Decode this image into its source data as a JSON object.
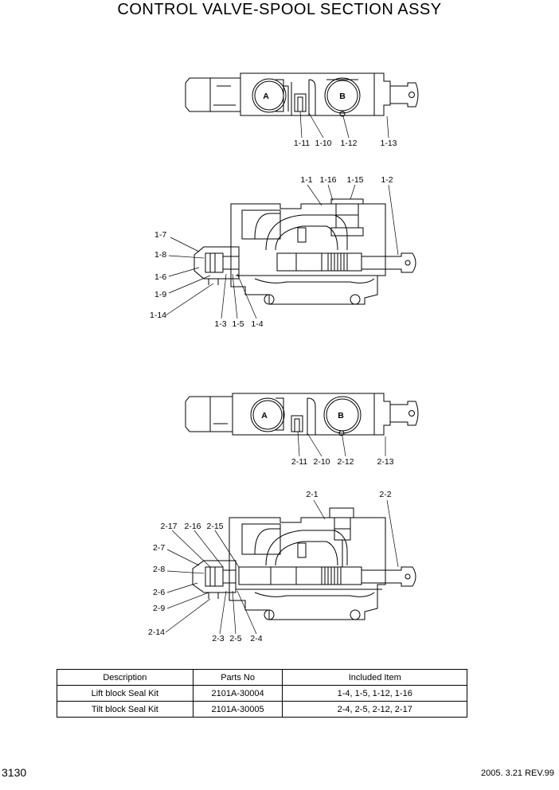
{
  "title": "CONTROL VALVE-SPOOL SECTION ASSY",
  "port_labels": [
    "A",
    "B"
  ],
  "view1_labels": [
    "1-11",
    "1-10",
    "1-12",
    "1-13"
  ],
  "view2_labels": [
    "1-1",
    "1-16",
    "1-15",
    "1-2",
    "1-7",
    "1-8",
    "1-6",
    "1-9",
    "1-14",
    "1-3",
    "1-5",
    "1-4"
  ],
  "view3_labels": [
    "2-11",
    "2-10",
    "2-12",
    "2-13"
  ],
  "view4_labels": [
    "2-1",
    "2-2",
    "2-17",
    "2-16",
    "2-15",
    "2-7",
    "2-8",
    "2-6",
    "2-9",
    "2-14",
    "2-3",
    "2-5",
    "2-4"
  ],
  "table": {
    "headers": [
      "Description",
      "Parts No",
      "Included Item"
    ],
    "rows": [
      [
        "Lift block Seal Kit",
        "2101A-30004",
        "1-4, 1-5, 1-12, 1-16"
      ],
      [
        "Tilt block Seal Kit",
        "2101A-30005",
        "2-4, 2-5, 2-12, 2-17"
      ]
    ]
  },
  "page_number": "3130",
  "revision": "2005. 3.21  REV.99"
}
